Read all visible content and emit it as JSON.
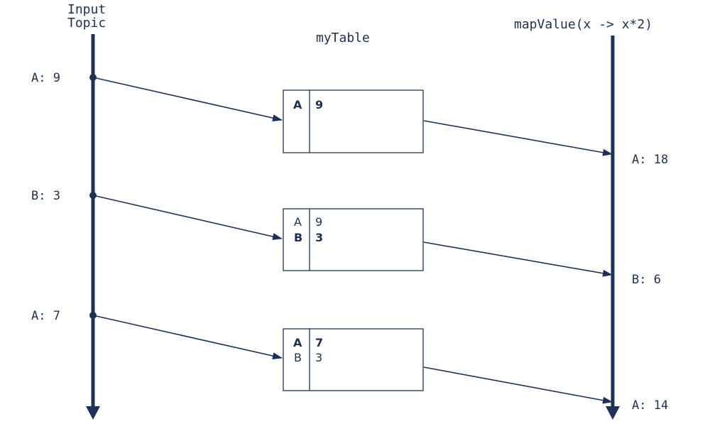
{
  "headers": {
    "input_topic_line1": "Input",
    "input_topic_line2": "Topic",
    "table": "myTable",
    "map": "mapValue(x -> x*2)"
  },
  "input_events": [
    {
      "label": "A: 9"
    },
    {
      "label": "B: 3"
    },
    {
      "label": "A: 7"
    }
  ],
  "tables": [
    {
      "rows": [
        {
          "key": "A",
          "value": "9",
          "highlight": true
        }
      ]
    },
    {
      "rows": [
        {
          "key": "A",
          "value": "9",
          "highlight": false
        },
        {
          "key": "B",
          "value": "3",
          "highlight": true
        }
      ]
    },
    {
      "rows": [
        {
          "key": "A",
          "value": "7",
          "highlight": true
        },
        {
          "key": "B",
          "value": "3",
          "highlight": false
        }
      ]
    }
  ],
  "output_events": [
    {
      "label": "A: 18"
    },
    {
      "label": "B: 6"
    },
    {
      "label": "A: 14"
    }
  ]
}
